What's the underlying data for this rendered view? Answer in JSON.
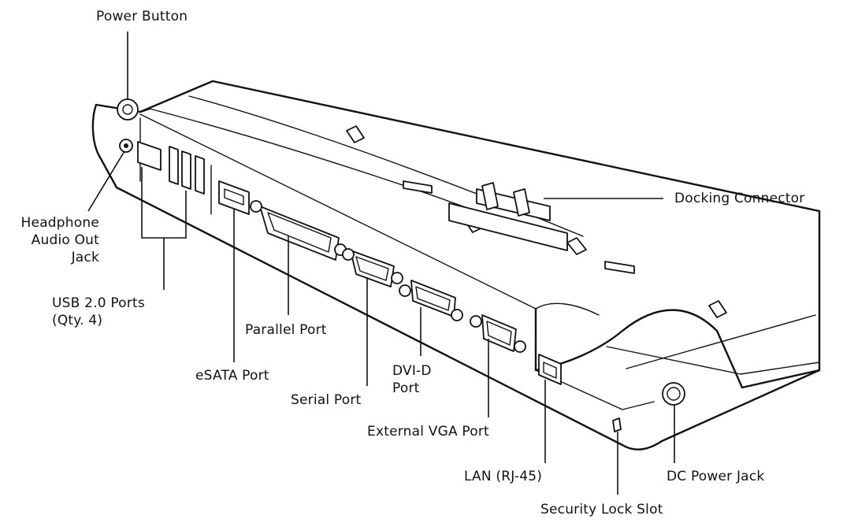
{
  "labels": {
    "power_button": "Power Button",
    "headphone": [
      "Headphone",
      "Audio Out",
      "Jack"
    ],
    "usb": [
      "USB 2.0 Ports",
      "(Qty. 4)"
    ],
    "esata": "eSATA Port",
    "parallel": "Parallel Port",
    "serial": "Serial Port",
    "dvi": [
      "DVI-D",
      "Port"
    ],
    "vga": "External VGA Port",
    "lan": "LAN (RJ-45)",
    "security": "Security Lock Slot",
    "dc_power": "DC Power Jack",
    "docking": "Docking Connector"
  }
}
